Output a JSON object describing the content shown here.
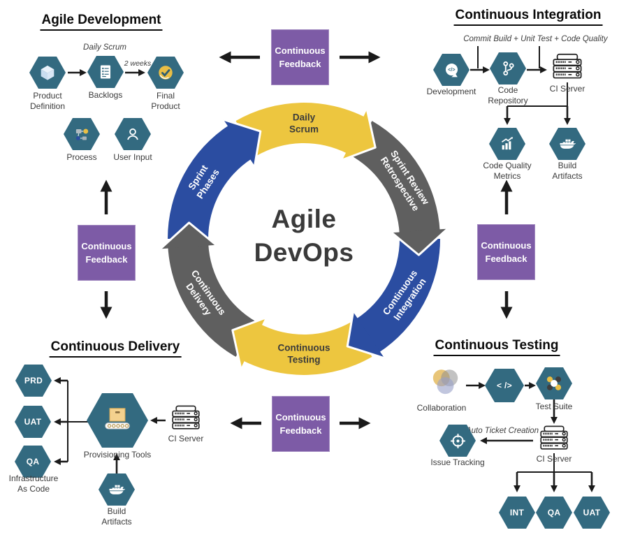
{
  "diagram_title": "Agile DevOps",
  "colors": {
    "hexagon": "#336a80",
    "purple": "#7d5ba6",
    "ring": {
      "yellow": "#edc63f",
      "blue": "#2b4da1",
      "gray": "#5f5f5f"
    },
    "arrow": "#1a1a1a",
    "accent_yellow": "#e9be45"
  },
  "center": {
    "line1": "Agile",
    "line2": "DevOps"
  },
  "feedback": {
    "line1": "Continuous",
    "line2": "Feedback"
  },
  "ring": {
    "segments": [
      {
        "name": "daily-scrum",
        "label": [
          "Daily",
          "Scrum"
        ],
        "color": "yellow",
        "start": 120,
        "end": 60,
        "text_style": "dark",
        "rotation": 0
      },
      {
        "name": "sprint-review-retrospective",
        "label": [
          "Sprint Review",
          "Retrospective"
        ],
        "color": "gray",
        "start": 60,
        "end": 0,
        "text_style": "light",
        "rotation": 57
      },
      {
        "name": "continuous-integration",
        "label": [
          "Continuous",
          "Integration"
        ],
        "color": "blue",
        "start": 0,
        "end": -60,
        "text_style": "light",
        "rotation": -55
      },
      {
        "name": "continuous-testing",
        "label": [
          "Continuous",
          "Testing"
        ],
        "color": "yellow",
        "start": -60,
        "end": -120,
        "text_style": "dark",
        "rotation": 0
      },
      {
        "name": "continuous-delivery",
        "label": [
          "Continuous",
          "Delivery"
        ],
        "color": "gray",
        "start": -120,
        "end": -180,
        "text_style": "light",
        "rotation": 55
      },
      {
        "name": "sprint-phases",
        "label": [
          "Sprint",
          "Phases"
        ],
        "color": "blue",
        "start": -180,
        "end": -240,
        "text_style": "light",
        "rotation": -57
      }
    ]
  },
  "quadrants": {
    "agile_development": {
      "heading": "Agile Development",
      "notes": {
        "daily_scrum": "Daily Scrum",
        "two_weeks": "2 weeks"
      },
      "nodes": {
        "product_definition": {
          "icon": "cube-icon",
          "label": [
            "Product",
            "Definition"
          ]
        },
        "backlogs": {
          "icon": "checklist-icon",
          "label": [
            "Backlogs"
          ]
        },
        "final_product": {
          "icon": "check-circle-icon",
          "label": [
            "Final",
            "Product"
          ]
        },
        "process": {
          "icon": "workflow-icon",
          "label": [
            "Process"
          ]
        },
        "user_input": {
          "icon": "user-icon",
          "label": [
            "User Input"
          ]
        }
      }
    },
    "continuous_integration": {
      "heading": "Continuous Integration",
      "notes": {
        "commit": "Commit",
        "build_chain": "Build + Unit Test + Code Quality"
      },
      "nodes": {
        "development": {
          "icon": "developer-head-icon",
          "icon_text": "</>",
          "label": [
            "Development"
          ]
        },
        "code_repository": {
          "icon": "git-branch-icon",
          "label": [
            "Code",
            "Repository"
          ]
        },
        "ci_server": {
          "icon": "server-icon",
          "label": [
            "CI Server"
          ]
        },
        "code_quality_metrics": {
          "icon": "bar-chart-icon",
          "label": [
            "Code Quality",
            "Metrics"
          ]
        },
        "build_artifacts": {
          "icon": "docker-whale-icon",
          "label": [
            "Build",
            "Artifacts"
          ]
        }
      }
    },
    "continuous_delivery": {
      "heading": "Continuous Delivery",
      "environments": [
        "PRD",
        "UAT",
        "QA"
      ],
      "environments_caption": [
        "Infrastructure",
        "As Code"
      ],
      "nodes": {
        "provisioning_tools": {
          "icon": "conveyor-box-icon",
          "label": [
            "Provisioning Tools"
          ]
        },
        "ci_server": {
          "icon": "server-icon",
          "label": [
            "CI Server"
          ]
        },
        "build_artifacts": {
          "icon": "docker-whale-icon",
          "label": [
            "Build",
            "Artifacts"
          ]
        }
      }
    },
    "continuous_testing": {
      "heading": "Continuous Testing",
      "notes": {
        "auto_ticket": "Auto Ticket Creation"
      },
      "environments": [
        "INT",
        "QA",
        "UAT"
      ],
      "nodes": {
        "collaboration": {
          "icon": "overlapping-circles-icon",
          "label": [
            "Collaboration"
          ]
        },
        "code": {
          "icon": "code-tag-icon",
          "label": "< />"
        },
        "test_suite": {
          "icon": "test-suite-icon",
          "label": [
            "Test Suite"
          ]
        },
        "ci_server": {
          "icon": "server-icon",
          "label": [
            "CI Server"
          ]
        },
        "issue_tracking": {
          "icon": "crosshair-icon",
          "label": [
            "Issue Tracking"
          ]
        }
      }
    }
  }
}
